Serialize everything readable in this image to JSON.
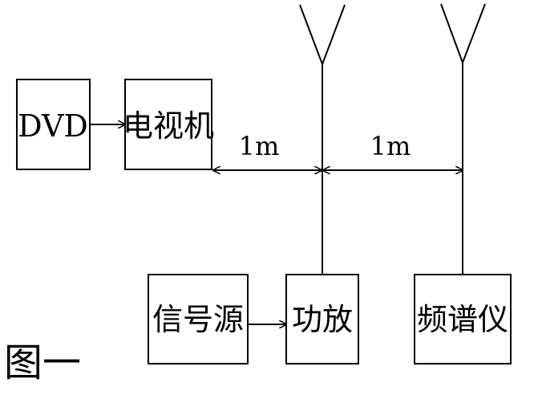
{
  "nodes": {
    "dvd": "DVD",
    "tv": "电视机",
    "signal_source": "信号源",
    "amplifier": "功放",
    "spectrum_analyzer": "频谱仪"
  },
  "dimensions": {
    "left": "1m",
    "right": "1m"
  },
  "caption": "图一",
  "colors": {
    "ink": "#000000",
    "background": "#ffffff"
  }
}
